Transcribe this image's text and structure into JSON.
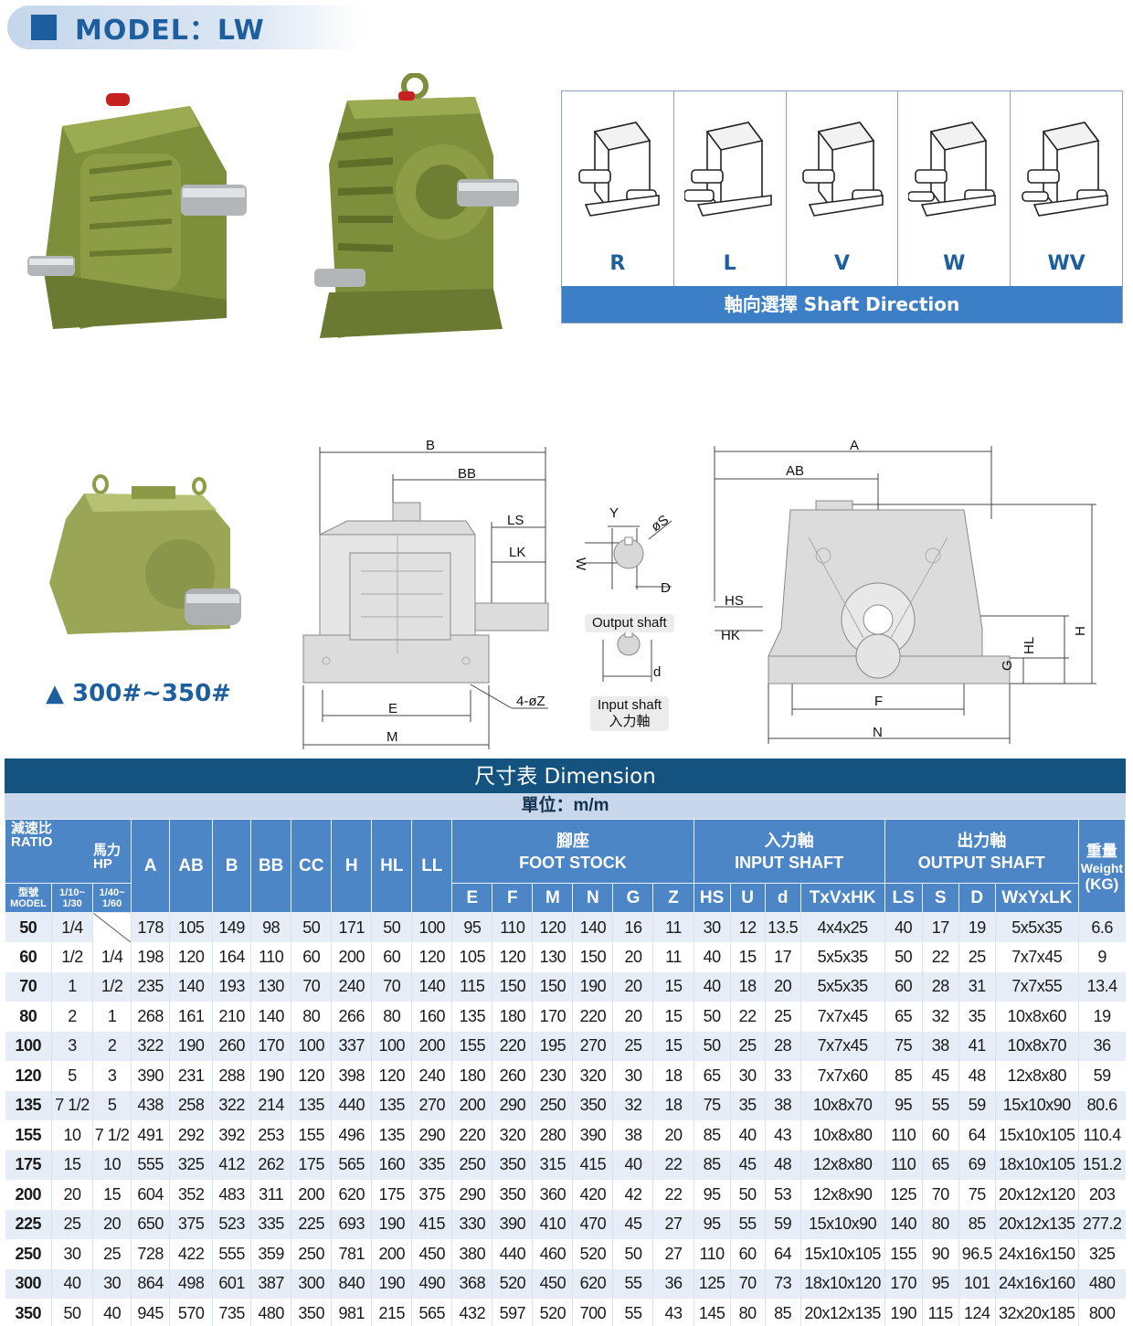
{
  "header": {
    "model_title": "MODEL：LW"
  },
  "range_label": "▲ 300#~350#",
  "shaft_direction": {
    "labels": [
      "R",
      "L",
      "V",
      "W",
      "WV"
    ],
    "footer": "軸向選擇 Shaft Direction"
  },
  "drawing": {
    "side_labels": {
      "B": "B",
      "BB": "BB",
      "LS": "LS",
      "LK": "LK",
      "E": "E",
      "M": "M",
      "Z": "4-øZ"
    },
    "shaft_labels": {
      "Y": "Y",
      "S": "øS",
      "W": "W",
      "D": "D",
      "d": "d"
    },
    "output_shaft_label": "Output shaft",
    "input_shaft_label_en": "Input shaft",
    "input_shaft_label_zh": "入力軸",
    "front_labels": {
      "A": "A",
      "AB": "AB",
      "HS": "HS",
      "HK": "HK",
      "F": "F",
      "N": "N",
      "G": "G",
      "HL": "HL",
      "H": "H"
    }
  },
  "table": {
    "title": "尺寸表  Dimension",
    "unit": "單位：m/m",
    "ratio_zh": "減速比",
    "ratio_en": "RATIO",
    "hp_zh": "馬力",
    "hp_en": "HP",
    "model_zh": "型號",
    "model_en": "MODEL",
    "ratio1": "1/10~",
    "ratio1b": "1/30",
    "ratio2": "1/40~",
    "ratio2b": "1/60",
    "cols": [
      "A",
      "AB",
      "B",
      "BB",
      "CC",
      "H",
      "HL",
      "LL"
    ],
    "foot_zh": "腳座",
    "foot_en": "FOOT STOCK",
    "foot_cols": [
      "E",
      "F",
      "M",
      "N",
      "G",
      "Z"
    ],
    "input_zh": "入力軸",
    "input_en": "INPUT SHAFT",
    "input_cols": [
      "HS",
      "U",
      "d",
      "TxVxHK"
    ],
    "output_zh": "出力軸",
    "output_en": "OUTPUT SHAFT",
    "output_cols": [
      "LS",
      "S",
      "D",
      "WxYxLK"
    ],
    "weight_zh": "重量",
    "weight_en": "Weight",
    "weight_unit": "(KG)",
    "rows": [
      [
        "50",
        "1/4",
        "",
        "178",
        "105",
        "149",
        "98",
        "50",
        "171",
        "50",
        "100",
        "95",
        "110",
        "120",
        "140",
        "16",
        "11",
        "30",
        "12",
        "13.5",
        "4x4x25",
        "40",
        "17",
        "19",
        "5x5x35",
        "6.6"
      ],
      [
        "60",
        "1/2",
        "1/4",
        "198",
        "120",
        "164",
        "110",
        "60",
        "200",
        "60",
        "120",
        "105",
        "120",
        "130",
        "150",
        "20",
        "11",
        "40",
        "15",
        "17",
        "5x5x35",
        "50",
        "22",
        "25",
        "7x7x45",
        "9"
      ],
      [
        "70",
        "1",
        "1/2",
        "235",
        "140",
        "193",
        "130",
        "70",
        "240",
        "70",
        "140",
        "115",
        "150",
        "150",
        "190",
        "20",
        "15",
        "40",
        "18",
        "20",
        "5x5x35",
        "60",
        "28",
        "31",
        "7x7x55",
        "13.4"
      ],
      [
        "80",
        "2",
        "1",
        "268",
        "161",
        "210",
        "140",
        "80",
        "266",
        "80",
        "160",
        "135",
        "180",
        "170",
        "220",
        "20",
        "15",
        "50",
        "22",
        "25",
        "7x7x45",
        "65",
        "32",
        "35",
        "10x8x60",
        "19"
      ],
      [
        "100",
        "3",
        "2",
        "322",
        "190",
        "260",
        "170",
        "100",
        "337",
        "100",
        "200",
        "155",
        "220",
        "195",
        "270",
        "25",
        "15",
        "50",
        "25",
        "28",
        "7x7x45",
        "75",
        "38",
        "41",
        "10x8x70",
        "36"
      ],
      [
        "120",
        "5",
        "3",
        "390",
        "231",
        "288",
        "190",
        "120",
        "398",
        "120",
        "240",
        "180",
        "260",
        "230",
        "320",
        "30",
        "18",
        "65",
        "30",
        "33",
        "7x7x60",
        "85",
        "45",
        "48",
        "12x8x80",
        "59"
      ],
      [
        "135",
        "7 1/2",
        "5",
        "438",
        "258",
        "322",
        "214",
        "135",
        "440",
        "135",
        "270",
        "200",
        "290",
        "250",
        "350",
        "32",
        "18",
        "75",
        "35",
        "38",
        "10x8x70",
        "95",
        "55",
        "59",
        "15x10x90",
        "80.6"
      ],
      [
        "155",
        "10",
        "7 1/2",
        "491",
        "292",
        "392",
        "253",
        "155",
        "496",
        "135",
        "290",
        "220",
        "320",
        "280",
        "390",
        "38",
        "20",
        "85",
        "40",
        "43",
        "10x8x80",
        "110",
        "60",
        "64",
        "15x10x105",
        "110.4"
      ],
      [
        "175",
        "15",
        "10",
        "555",
        "325",
        "412",
        "262",
        "175",
        "565",
        "160",
        "335",
        "250",
        "350",
        "315",
        "415",
        "40",
        "22",
        "85",
        "45",
        "48",
        "12x8x80",
        "110",
        "65",
        "69",
        "18x10x105",
        "151.2"
      ],
      [
        "200",
        "20",
        "15",
        "604",
        "352",
        "483",
        "311",
        "200",
        "620",
        "175",
        "375",
        "290",
        "350",
        "360",
        "420",
        "42",
        "22",
        "95",
        "50",
        "53",
        "12x8x90",
        "125",
        "70",
        "75",
        "20x12x120",
        "203"
      ],
      [
        "225",
        "25",
        "20",
        "650",
        "375",
        "523",
        "335",
        "225",
        "693",
        "190",
        "415",
        "330",
        "390",
        "410",
        "470",
        "45",
        "27",
        "95",
        "55",
        "59",
        "15x10x90",
        "140",
        "80",
        "85",
        "20x12x135",
        "277.2"
      ],
      [
        "250",
        "30",
        "25",
        "728",
        "422",
        "555",
        "359",
        "250",
        "781",
        "200",
        "450",
        "380",
        "440",
        "460",
        "520",
        "50",
        "27",
        "110",
        "60",
        "64",
        "15x10x105",
        "155",
        "90",
        "96.5",
        "24x16x150",
        "325"
      ],
      [
        "300",
        "40",
        "30",
        "864",
        "498",
        "601",
        "387",
        "300",
        "840",
        "190",
        "490",
        "368",
        "520",
        "450",
        "620",
        "55",
        "36",
        "125",
        "70",
        "73",
        "18x10x120",
        "170",
        "95",
        "101",
        "24x16x160",
        "480"
      ],
      [
        "350",
        "50",
        "40",
        "945",
        "570",
        "735",
        "480",
        "350",
        "981",
        "215",
        "565",
        "432",
        "597",
        "520",
        "700",
        "55",
        "43",
        "145",
        "80",
        "85",
        "20x12x135",
        "190",
        "115",
        "124",
        "32x20x185",
        "800"
      ]
    ]
  },
  "colors": {
    "brand_blue": "#1d5f9e",
    "header_blue": "#4d86c6",
    "title_navy": "#14527f",
    "housing_green": "#7e8f3c"
  }
}
